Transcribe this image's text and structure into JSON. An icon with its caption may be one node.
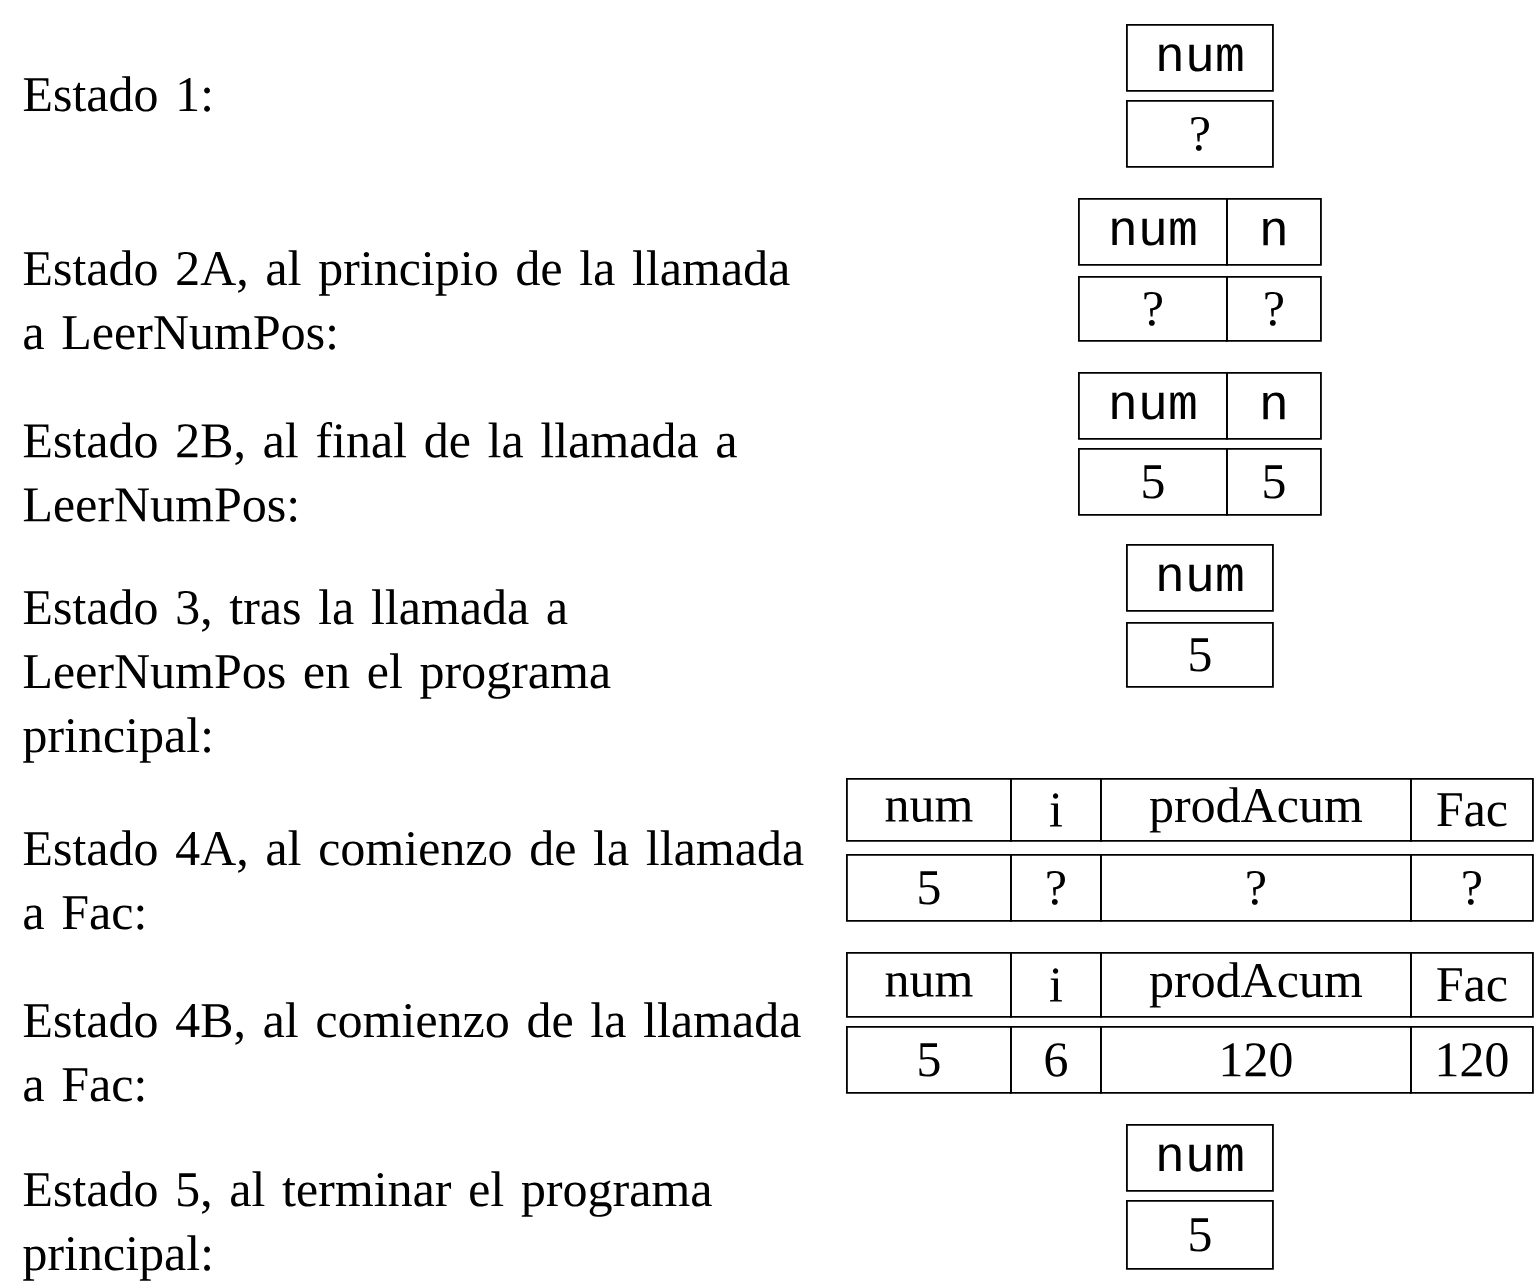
{
  "diagram": {
    "nodes": [
      {
        "text": [
          "num"
        ]
      },
      {
        "text": [
          "?"
        ]
      },
      {
        "text": [
          "num"
        ]
      },
      {
        "text": [
          "n"
        ]
      },
      {
        "text": [
          "?"
        ]
      },
      {
        "text": [
          "?"
        ]
      },
      {
        "text": [
          "num"
        ]
      },
      {
        "text": [
          "n"
        ]
      },
      {
        "text": [
          "5"
        ]
      },
      {
        "text": [
          "5"
        ]
      },
      {
        "text": [
          "num"
        ]
      },
      {
        "text": [
          "5"
        ]
      },
      {
        "text": [
          "num"
        ]
      },
      {
        "text": [
          "i"
        ]
      },
      {
        "text": [
          "prodAcum"
        ]
      },
      {
        "text": [
          "Fac"
        ]
      },
      {
        "text": [
          "5"
        ]
      },
      {
        "text": [
          "?"
        ]
      },
      {
        "text": [
          "?"
        ]
      },
      {
        "text": [
          "?"
        ]
      },
      {
        "text": [
          "num"
        ]
      },
      {
        "text": [
          "i"
        ]
      },
      {
        "text": [
          "prodAcum"
        ]
      },
      {
        "text": [
          "Fac"
        ]
      },
      {
        "text": [
          "5"
        ]
      },
      {
        "text": [
          "6"
        ]
      },
      {
        "text": [
          "120"
        ]
      },
      {
        "text": [
          "120"
        ]
      },
      {
        "text": [
          "num"
        ]
      },
      {
        "text": [
          "5"
        ]
      }
    ],
    "labels": [
      "Estado 1:",
      "Estado 2A, al principio de la llamada a LeerNumPos:",
      "Estado 2B, al final de la llamada a LeerNumPos:",
      "Estado 3, tras la llamada a LeerNumPos en el programa principal:",
      "Estado 4A, al comienzo de la llamada a Fac:",
      "Estado 4B, al comienzo de la llamada a Fac:",
      "Estado 5, al terminar el programa principal:"
    ]
  }
}
